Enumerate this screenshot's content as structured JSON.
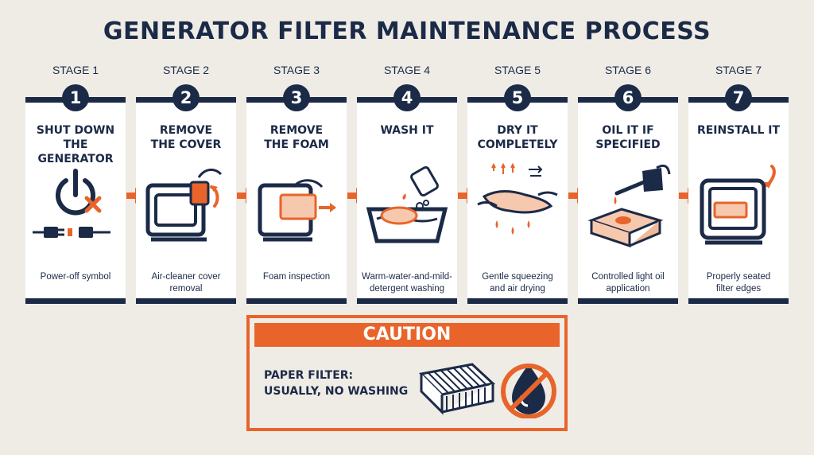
{
  "title": "GENERATOR FILTER MAINTENANCE PROCESS",
  "colors": {
    "navy": "#1b2a47",
    "orange": "#e8642a",
    "background": "#efece6"
  },
  "stages": [
    {
      "stage": "STAGE 1",
      "number": "1",
      "title_line1": "SHUT DOWN",
      "title_line2": "THE GENERATOR",
      "caption_line1": "Power-off symbol",
      "caption_line2": "",
      "icon": "power-off-icon"
    },
    {
      "stage": "STAGE 2",
      "number": "2",
      "title_line1": "REMOVE",
      "title_line2": "THE COVER",
      "caption_line1": "Air-cleaner cover",
      "caption_line2": "removal",
      "icon": "generator-cover-icon"
    },
    {
      "stage": "STAGE 3",
      "number": "3",
      "title_line1": "REMOVE",
      "title_line2": "THE FOAM",
      "caption_line1": "Foam inspection",
      "caption_line2": "",
      "icon": "foam-removal-icon"
    },
    {
      "stage": "STAGE 4",
      "number": "4",
      "title_line1": "WASH IT",
      "title_line2": "",
      "caption_line1": "Warm-water-and-mild-",
      "caption_line2": "detergent washing",
      "icon": "washing-basin-icon"
    },
    {
      "stage": "STAGE 5",
      "number": "5",
      "title_line1": "DRY IT",
      "title_line2": "COMPLETELY",
      "caption_line1": "Gentle squeezing",
      "caption_line2": "and air drying",
      "icon": "squeeze-dry-icon"
    },
    {
      "stage": "STAGE 6",
      "number": "6",
      "title_line1": "OIL IT IF",
      "title_line2": "SPECIFIED",
      "caption_line1": "Controlled light oil",
      "caption_line2": "application",
      "icon": "oil-can-icon"
    },
    {
      "stage": "STAGE 7",
      "number": "7",
      "title_line1": "REINSTALL IT",
      "title_line2": "",
      "caption_line1": "Properly seated",
      "caption_line2": "filter edges",
      "icon": "reinstall-filter-icon"
    }
  ],
  "caution": {
    "header": "CAUTION",
    "text_line1": "PAPER FILTER:",
    "text_line2": "USUALLY, NO WASHING",
    "icons": [
      "paper-filter-icon",
      "no-water-icon"
    ]
  }
}
